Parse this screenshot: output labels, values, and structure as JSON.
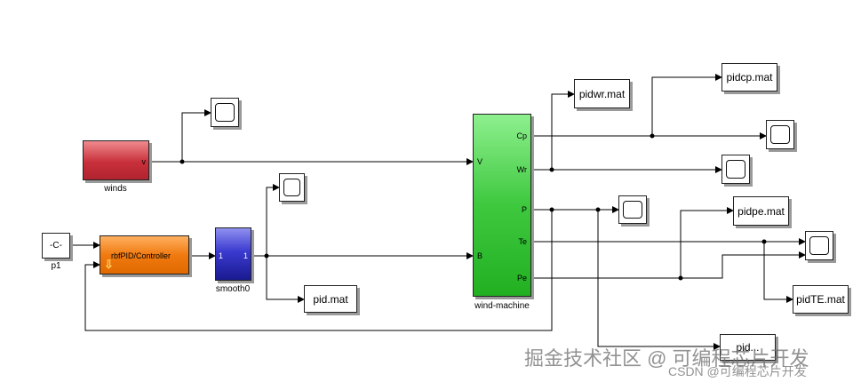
{
  "blocks": {
    "winds": {
      "label": "winds",
      "port_out": "v"
    },
    "const_c": {
      "value": "-C-",
      "label": "p1"
    },
    "controller": {
      "title": "rbfPID/Controller"
    },
    "smooth": {
      "label": "smooth0",
      "port_in": "1",
      "port_out": "1"
    },
    "wind_machine": {
      "label": "wind-machine",
      "ports": {
        "cp": "Cp",
        "wr": "Wr",
        "p": "P",
        "te": "Te",
        "pe": "Pe",
        "v": "V",
        "b": "B"
      }
    },
    "pid_mat": "pid.mat",
    "pidwr_mat": "pidwr.mat",
    "pidcp_mat": "pidcp.mat",
    "pidpe_mat": "pidpe.mat",
    "pidte_mat": "pidTE.mat",
    "bottom_mat": "pid..."
  },
  "watermark": {
    "main": "掘金技术社区 @ 可编程芯片开发",
    "sub": "CSDN @可编程芯片开发"
  },
  "colors": {
    "winds": "#c8303a",
    "controller": "#f07a10",
    "smooth": "#2a2ab0",
    "wind_machine": "#3ec83e"
  }
}
